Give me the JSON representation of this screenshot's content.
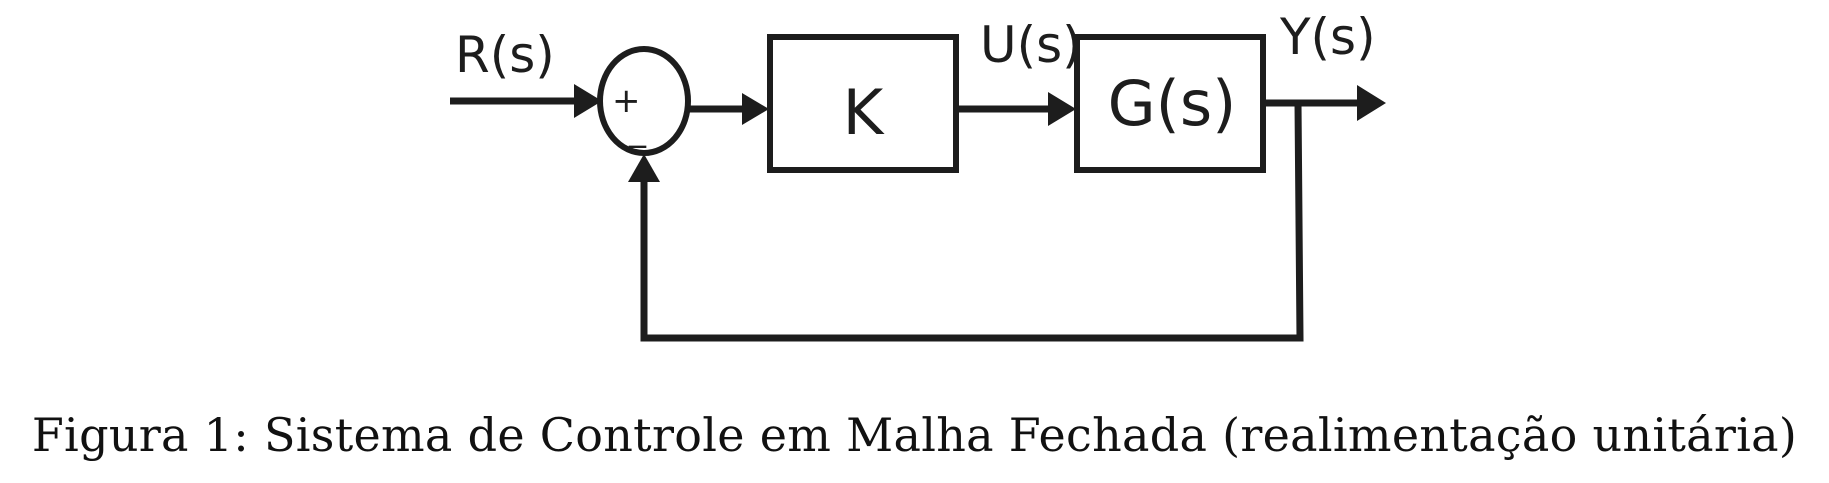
{
  "diagram": {
    "input_label": "R(s)",
    "control_label": "U(s)",
    "output_label": "Y(s)",
    "controller_label": "K",
    "plant_label": "G(s)",
    "plus_sign": "+",
    "minus_sign": "_"
  },
  "caption": "Figura 1: Sistema de Controle em Malha Fechada (realimentação unitária)"
}
